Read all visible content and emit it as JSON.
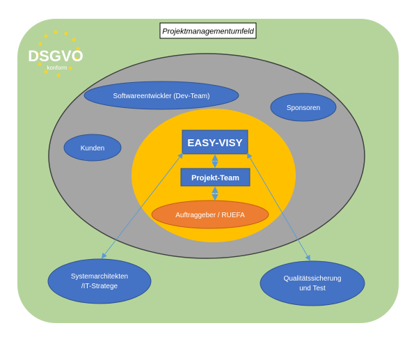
{
  "title": "Projektmanagementumfeld",
  "badge": {
    "main": "DSGVO",
    "sub": "konform"
  },
  "nodes": {
    "dev_team": "Softwareentwickler (Dev-Team)",
    "sponsoren": "Sponsoren",
    "kunden": "Kunden",
    "easy_visy": "EASY-VISY",
    "projekt_team": "Projekt-Team",
    "auftraggeber": "Auftraggeber / RUEFA",
    "systemarchitekten_line1": "Systemarchitekten",
    "systemarchitekten_line2": "/IT-Stratege",
    "qualitaet_line1": "Qualitätssicherung",
    "qualitaet_line2": "und Test"
  },
  "colors": {
    "background_green": "#b5d49c",
    "outer_gray": "#a5a5a5",
    "inner_orange": "#ffc000",
    "node_blue": "#4472c4",
    "node_orange": "#ed7d31",
    "star_yellow": "#f2d335",
    "arrow_blue": "#5b9bd5"
  }
}
